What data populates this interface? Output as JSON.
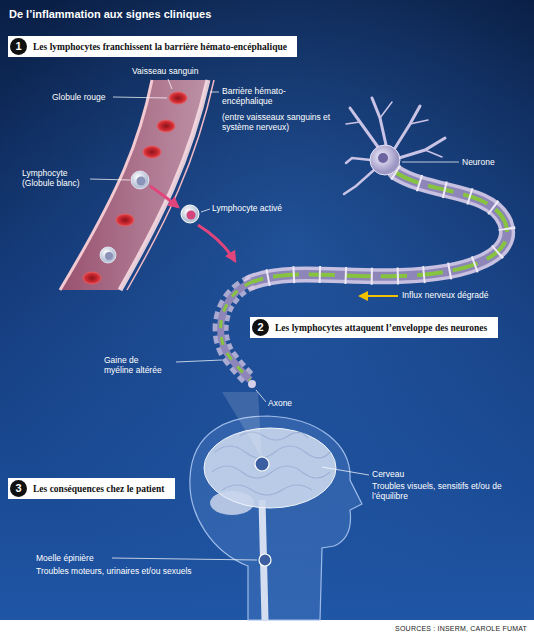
{
  "diagram": {
    "title": "De l’inflammation aux signes cliniques",
    "caption": "SOURCES : INSERM, CAROLE FUMAT",
    "nodes": [
      {
        "text": [
          "1",
          "Les lymphocytes franchissent la barrière hémato-encéphalique"
        ]
      },
      {
        "text": [
          "2",
          "Les lymphocytes attaquent l’enveloppe des neurones"
        ]
      },
      {
        "text": [
          "3",
          "Les conséquences chez le patient"
        ]
      }
    ],
    "labels": [
      "Vaisseau sanguin",
      "Globule rouge",
      "Barrière hémato-encéphalique",
      "(entre vaisseaux sanguins et système nerveux)",
      "Lymphocyte (Globule blanc)",
      "Lymphocyte activé",
      "Neurone",
      "Influx nerveux dégradé",
      "Gaine de myéline altérée",
      "Axone",
      "Cerveau",
      "Troubles visuels, sensitifs et/ou de l’équilibre",
      "Moelle épinière",
      "Troubles moteurs, urinaires et/ou sexuels"
    ]
  }
}
